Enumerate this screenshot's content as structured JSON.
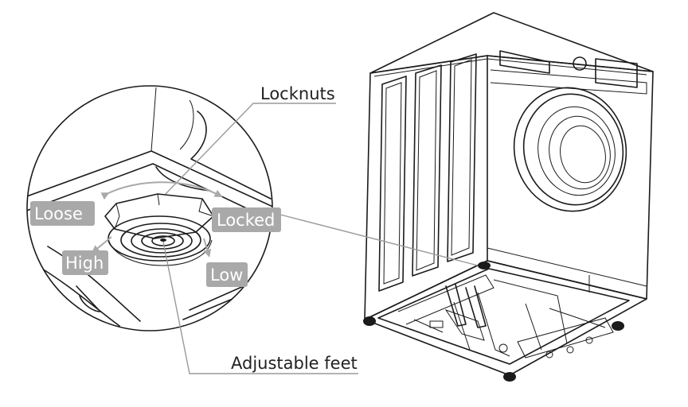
{
  "labels": {
    "locknuts": "Locknuts",
    "adjustable_feet": "Adjustable feet",
    "loose": "Loose",
    "locked": "Locked",
    "high": "High",
    "low": "Low"
  },
  "colors": {
    "line": "#1b1b1b",
    "tag_background": "#a9a9a9",
    "tag_text": "#ffffff",
    "leader": "#9a9a9a"
  }
}
